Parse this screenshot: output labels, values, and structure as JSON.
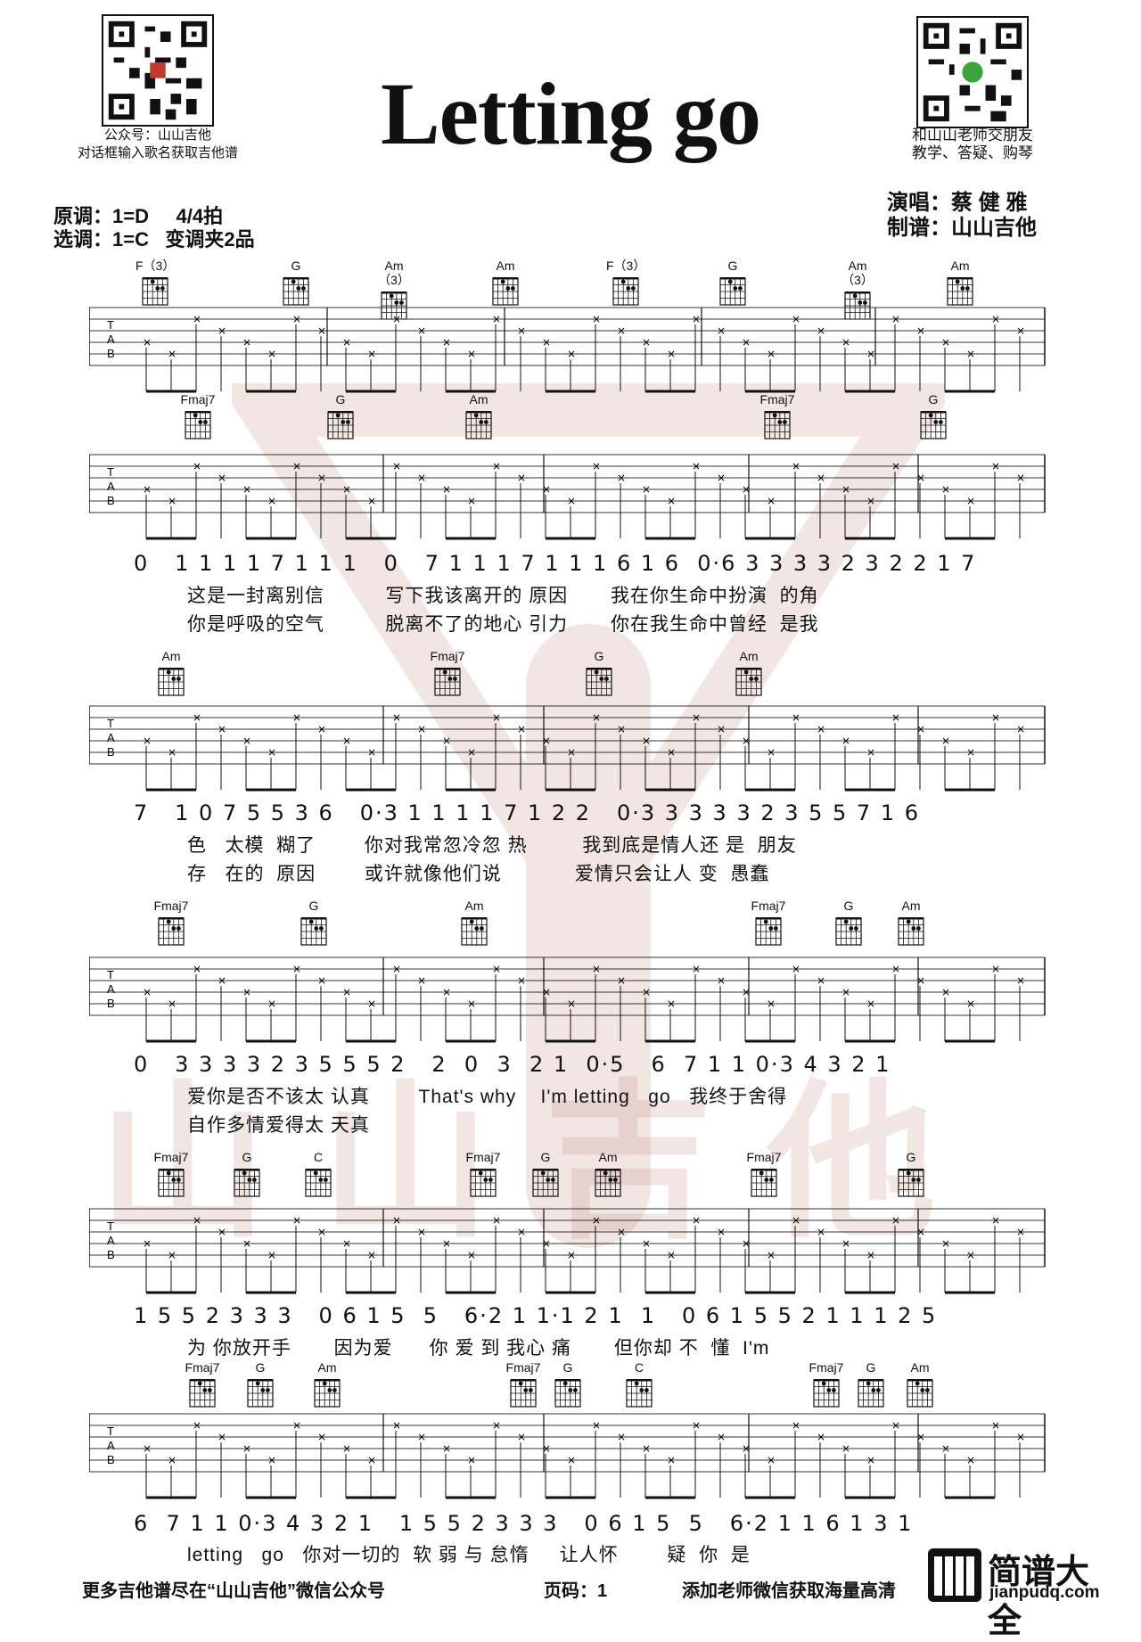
{
  "title": "Letting go",
  "qr_left": {
    "caption_line1": "公众号：山山吉他",
    "caption_line2": "对话框输入歌名获取吉他谱"
  },
  "qr_right": {
    "caption_line1": "和山山老师交朋友",
    "caption_line2": "教学、答疑、购琴"
  },
  "meta": {
    "original_key_label": "原调：1=D",
    "time_signature": "4/4拍",
    "chosen_key_label": "选调：1=C",
    "capo": "变调夹2品",
    "singer_label": "演唱：",
    "singer": "蔡 健 雅",
    "arranger_label": "制谱：",
    "arranger": "山山吉他"
  },
  "watermark_text": "山山吉他",
  "systems": [
    {
      "chords": [
        "F（3）",
        "G",
        "Am（3）",
        "Am",
        "F（3）",
        "G",
        "Am（3）",
        "Am"
      ]
    },
    {
      "chords": [
        "Fmaj7",
        "G",
        "Am",
        "Fmaj7",
        "G"
      ],
      "notation": "0   1 1 1 1 7 1 1 1   0   7 1 1 1 7 1 1 1 6 1 6  0·6 3 3 3 3 2 3 2 2 1 7",
      "lyrics1": "这是一封离别信          写下我该离开的 原因       我在你生命中扮演  的角",
      "lyrics2": "你是呼吸的空气          脱离不了的地心 引力       你在我生命中曾经  是我"
    },
    {
      "chords": [
        "Am",
        "Fmaj7",
        "G",
        "Am"
      ],
      "notation": "7   1 0 7 5 5 3 6   0·3 1 1 1 1 7 1 2 2   0·3 3 3 3 3 2 3 5 5 7 1 6",
      "lyrics1": "色   太模  糊了        你对我常忽冷忽 热         我到底是情人还 是  朋友",
      "lyrics2": "存   在的  原因        或许就像他们说            爱情只会让人 变  愚蠢"
    },
    {
      "chords": [
        "Fmaj7",
        "G",
        "Am",
        "Fmaj7",
        "G",
        "Am"
      ],
      "notation": "0   3 3 3 3 2 3 5 5 5 2   2  0  3  2 1  0·5   6  7 1 1 0·3 4 3 2 1",
      "lyrics1": "爱你是否不该太 认真        That's why    I'm letting   go   我终于舍得",
      "lyrics2": "自作多情爱得太 天真"
    },
    {
      "chords": [
        "Fmaj7",
        "G",
        "C",
        "Fmaj7",
        "G",
        "Am",
        "Fmaj7",
        "G"
      ],
      "notation": "1 5 5 2 3 3 3   0 6 1 5  5   6·2 1 1·1 2 1  1   0 6 1 5 5 2 1 1 1 2 5",
      "lyrics1": "为 你放开手       因为爱      你 爱 到 我心 痛       但你却 不  懂  I'm",
      "lyrics2": ""
    },
    {
      "chords": [
        "Fmaj7",
        "G",
        "Am",
        "Fmaj7",
        "G",
        "C",
        "Fmaj7",
        "G",
        "Am"
      ],
      "notation": "6  7 1 1 0·3 4 3 2 1   1 5 5 2 3 3 3   0 6 1 5  5   6·2 1 1 6 1 3 1",
      "lyrics1": "letting   go   你对一切的  软 弱 与 怠惰     让人怀        疑  你  是",
      "lyrics2": ""
    }
  ],
  "footer": {
    "left": "更多吉他谱尽在“山山吉他”微信公众号",
    "page_label": "页码：",
    "page_num": "1",
    "right": "添加老师微信获取海量高清"
  },
  "brand": {
    "name": "简谱大全",
    "url": "jianpudq.com"
  }
}
